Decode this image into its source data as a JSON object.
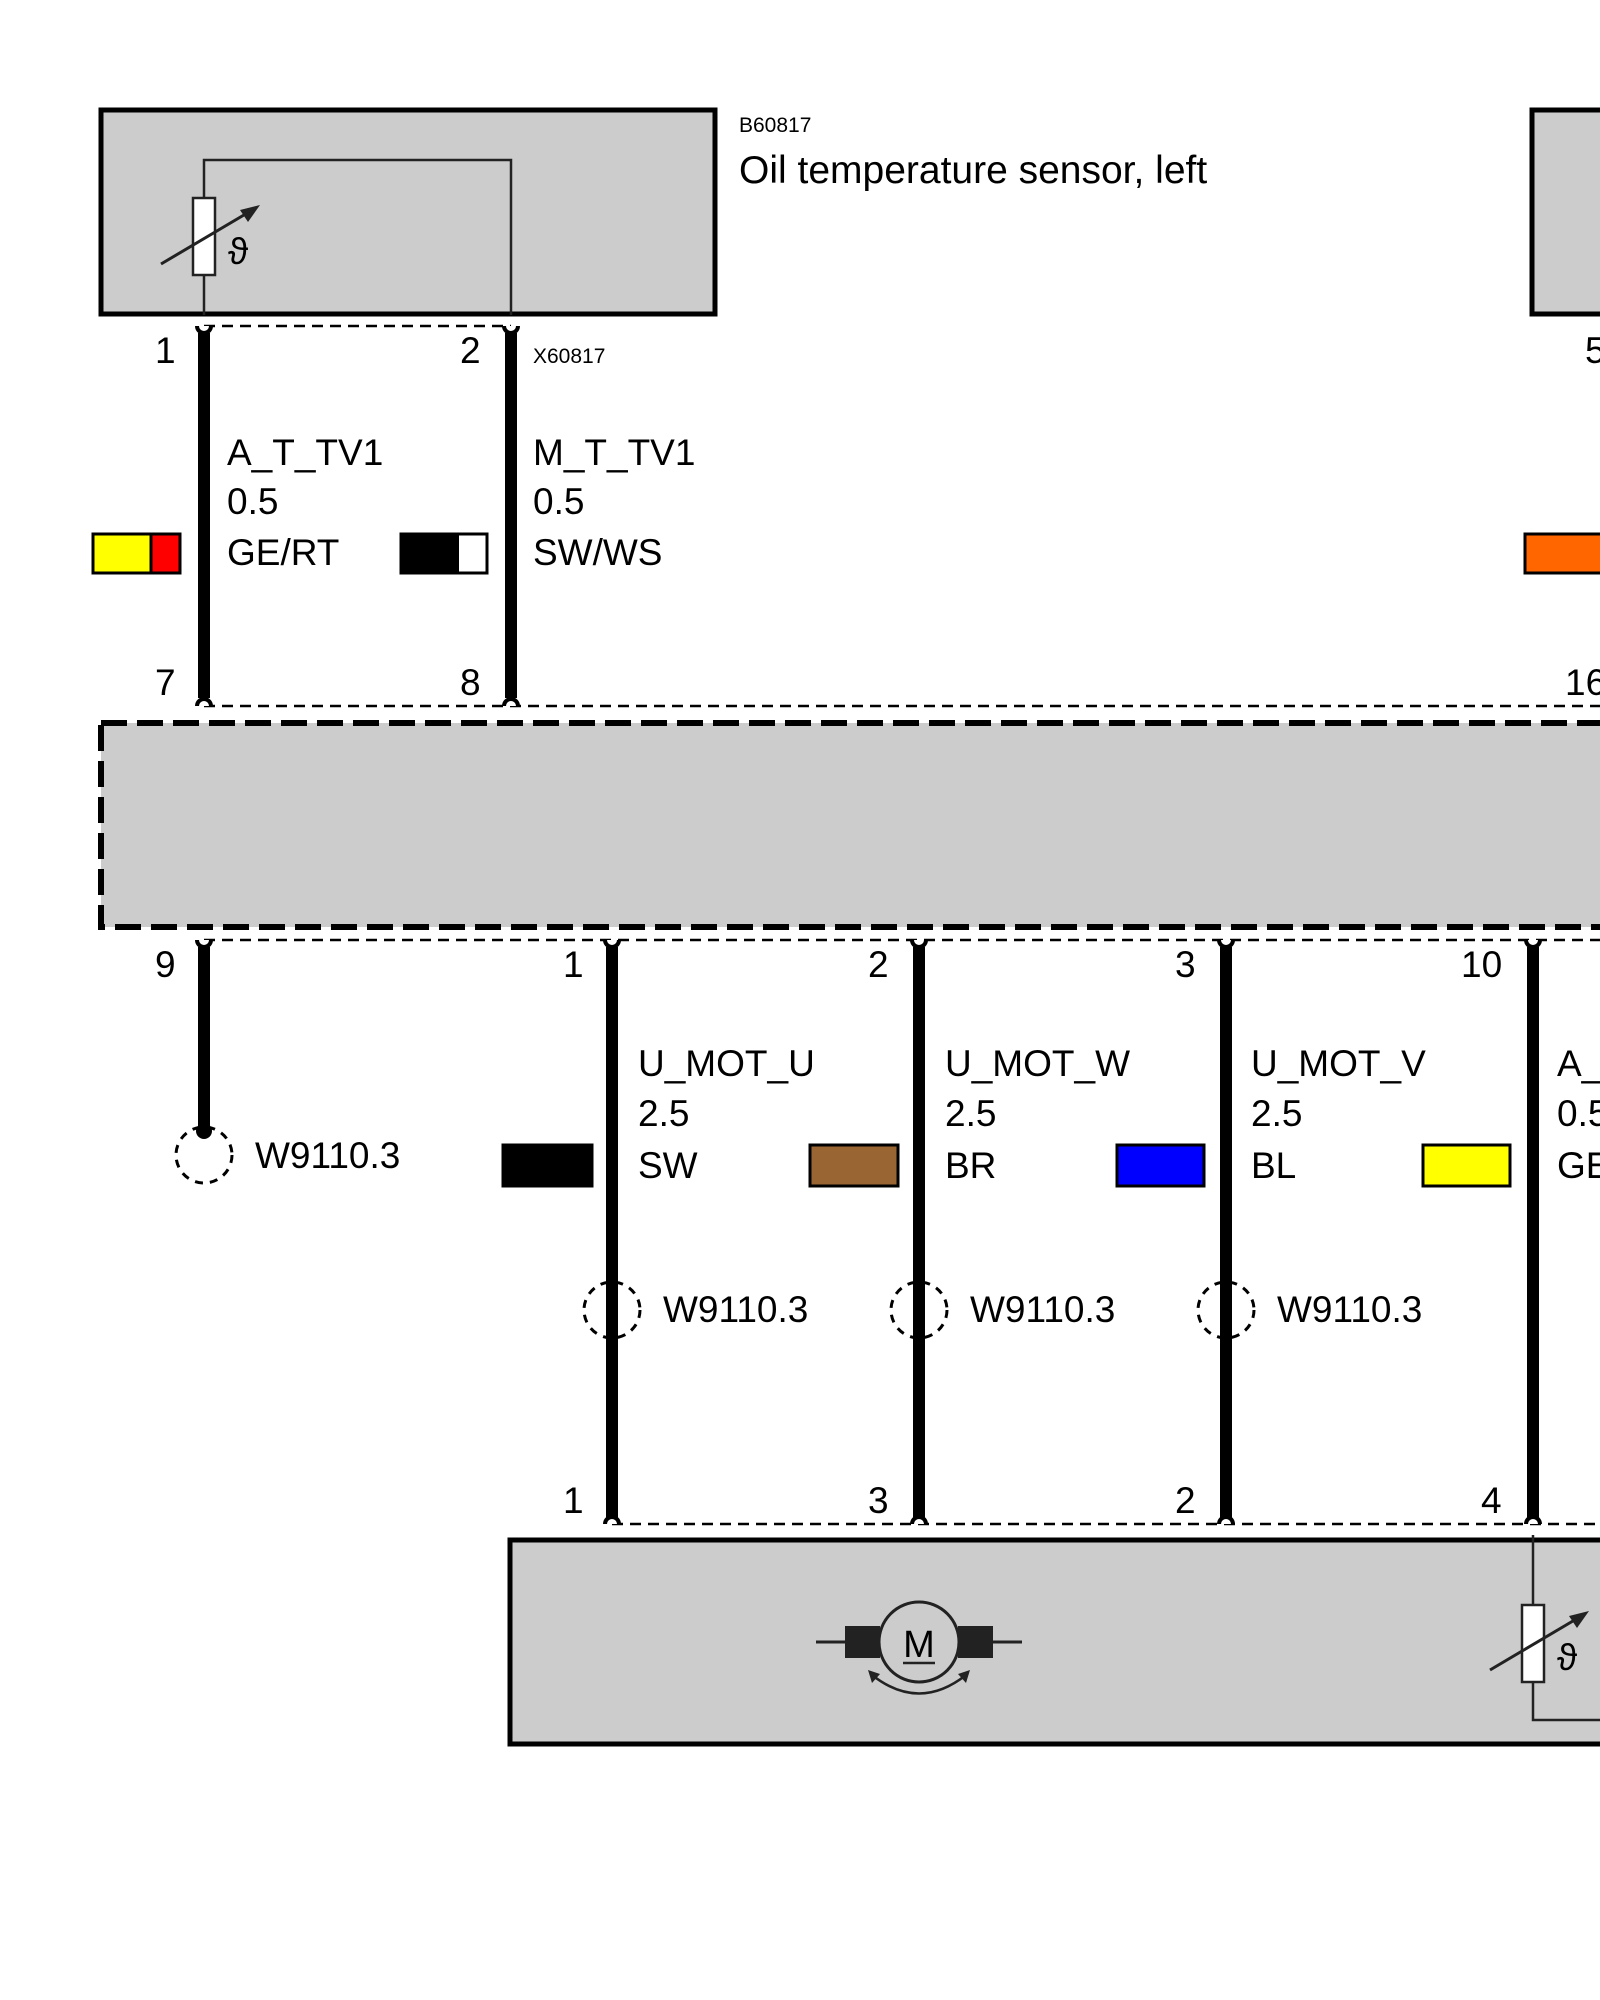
{
  "sensor_left": {
    "id": "B60817",
    "name": "Oil temperature sensor, left",
    "connector": "X60817",
    "pin1": "1",
    "pin2": "2"
  },
  "sensor_right": {
    "pin": "5"
  },
  "wires_upper": [
    {
      "signal": "A_T_TV1",
      "gauge": "0.5",
      "color": "GE/RT",
      "swatch": [
        "#ffff00",
        "#ff0000"
      ],
      "top_pin": "1",
      "bottom_pin": "7"
    },
    {
      "signal": "M_T_TV1",
      "gauge": "0.5",
      "color": "SW/WS",
      "swatch": [
        "#000000",
        "#ffffff"
      ],
      "top_pin": "2",
      "bottom_pin": "8"
    }
  ],
  "wire_upper_right": {
    "pin": "16",
    "swatch": "#ff6600"
  },
  "ground_wire": {
    "pin": "9",
    "shield": "W9110.3"
  },
  "wires_lower": [
    {
      "signal": "U_MOT_U",
      "gauge": "2.5",
      "color": "SW",
      "swatch": "#000000",
      "top_pin": "1",
      "bottom_pin": "1",
      "shield": "W9110.3"
    },
    {
      "signal": "U_MOT_W",
      "gauge": "2.5",
      "color": "BR",
      "swatch": "#996633",
      "top_pin": "2",
      "bottom_pin": "3",
      "shield": "W9110.3"
    },
    {
      "signal": "U_MOT_V",
      "gauge": "2.5",
      "color": "BL",
      "swatch": "#0000ff",
      "top_pin": "3",
      "bottom_pin": "2",
      "shield": "W9110.3"
    }
  ],
  "wire_lower_right": {
    "signal": "A_",
    "gauge": "0.5",
    "color": "GE",
    "swatch": "#ffff00",
    "top_pin": "10",
    "bottom_pin": "4"
  },
  "motor": {
    "symbol": "M"
  },
  "sensor_symbol": "ϑ"
}
